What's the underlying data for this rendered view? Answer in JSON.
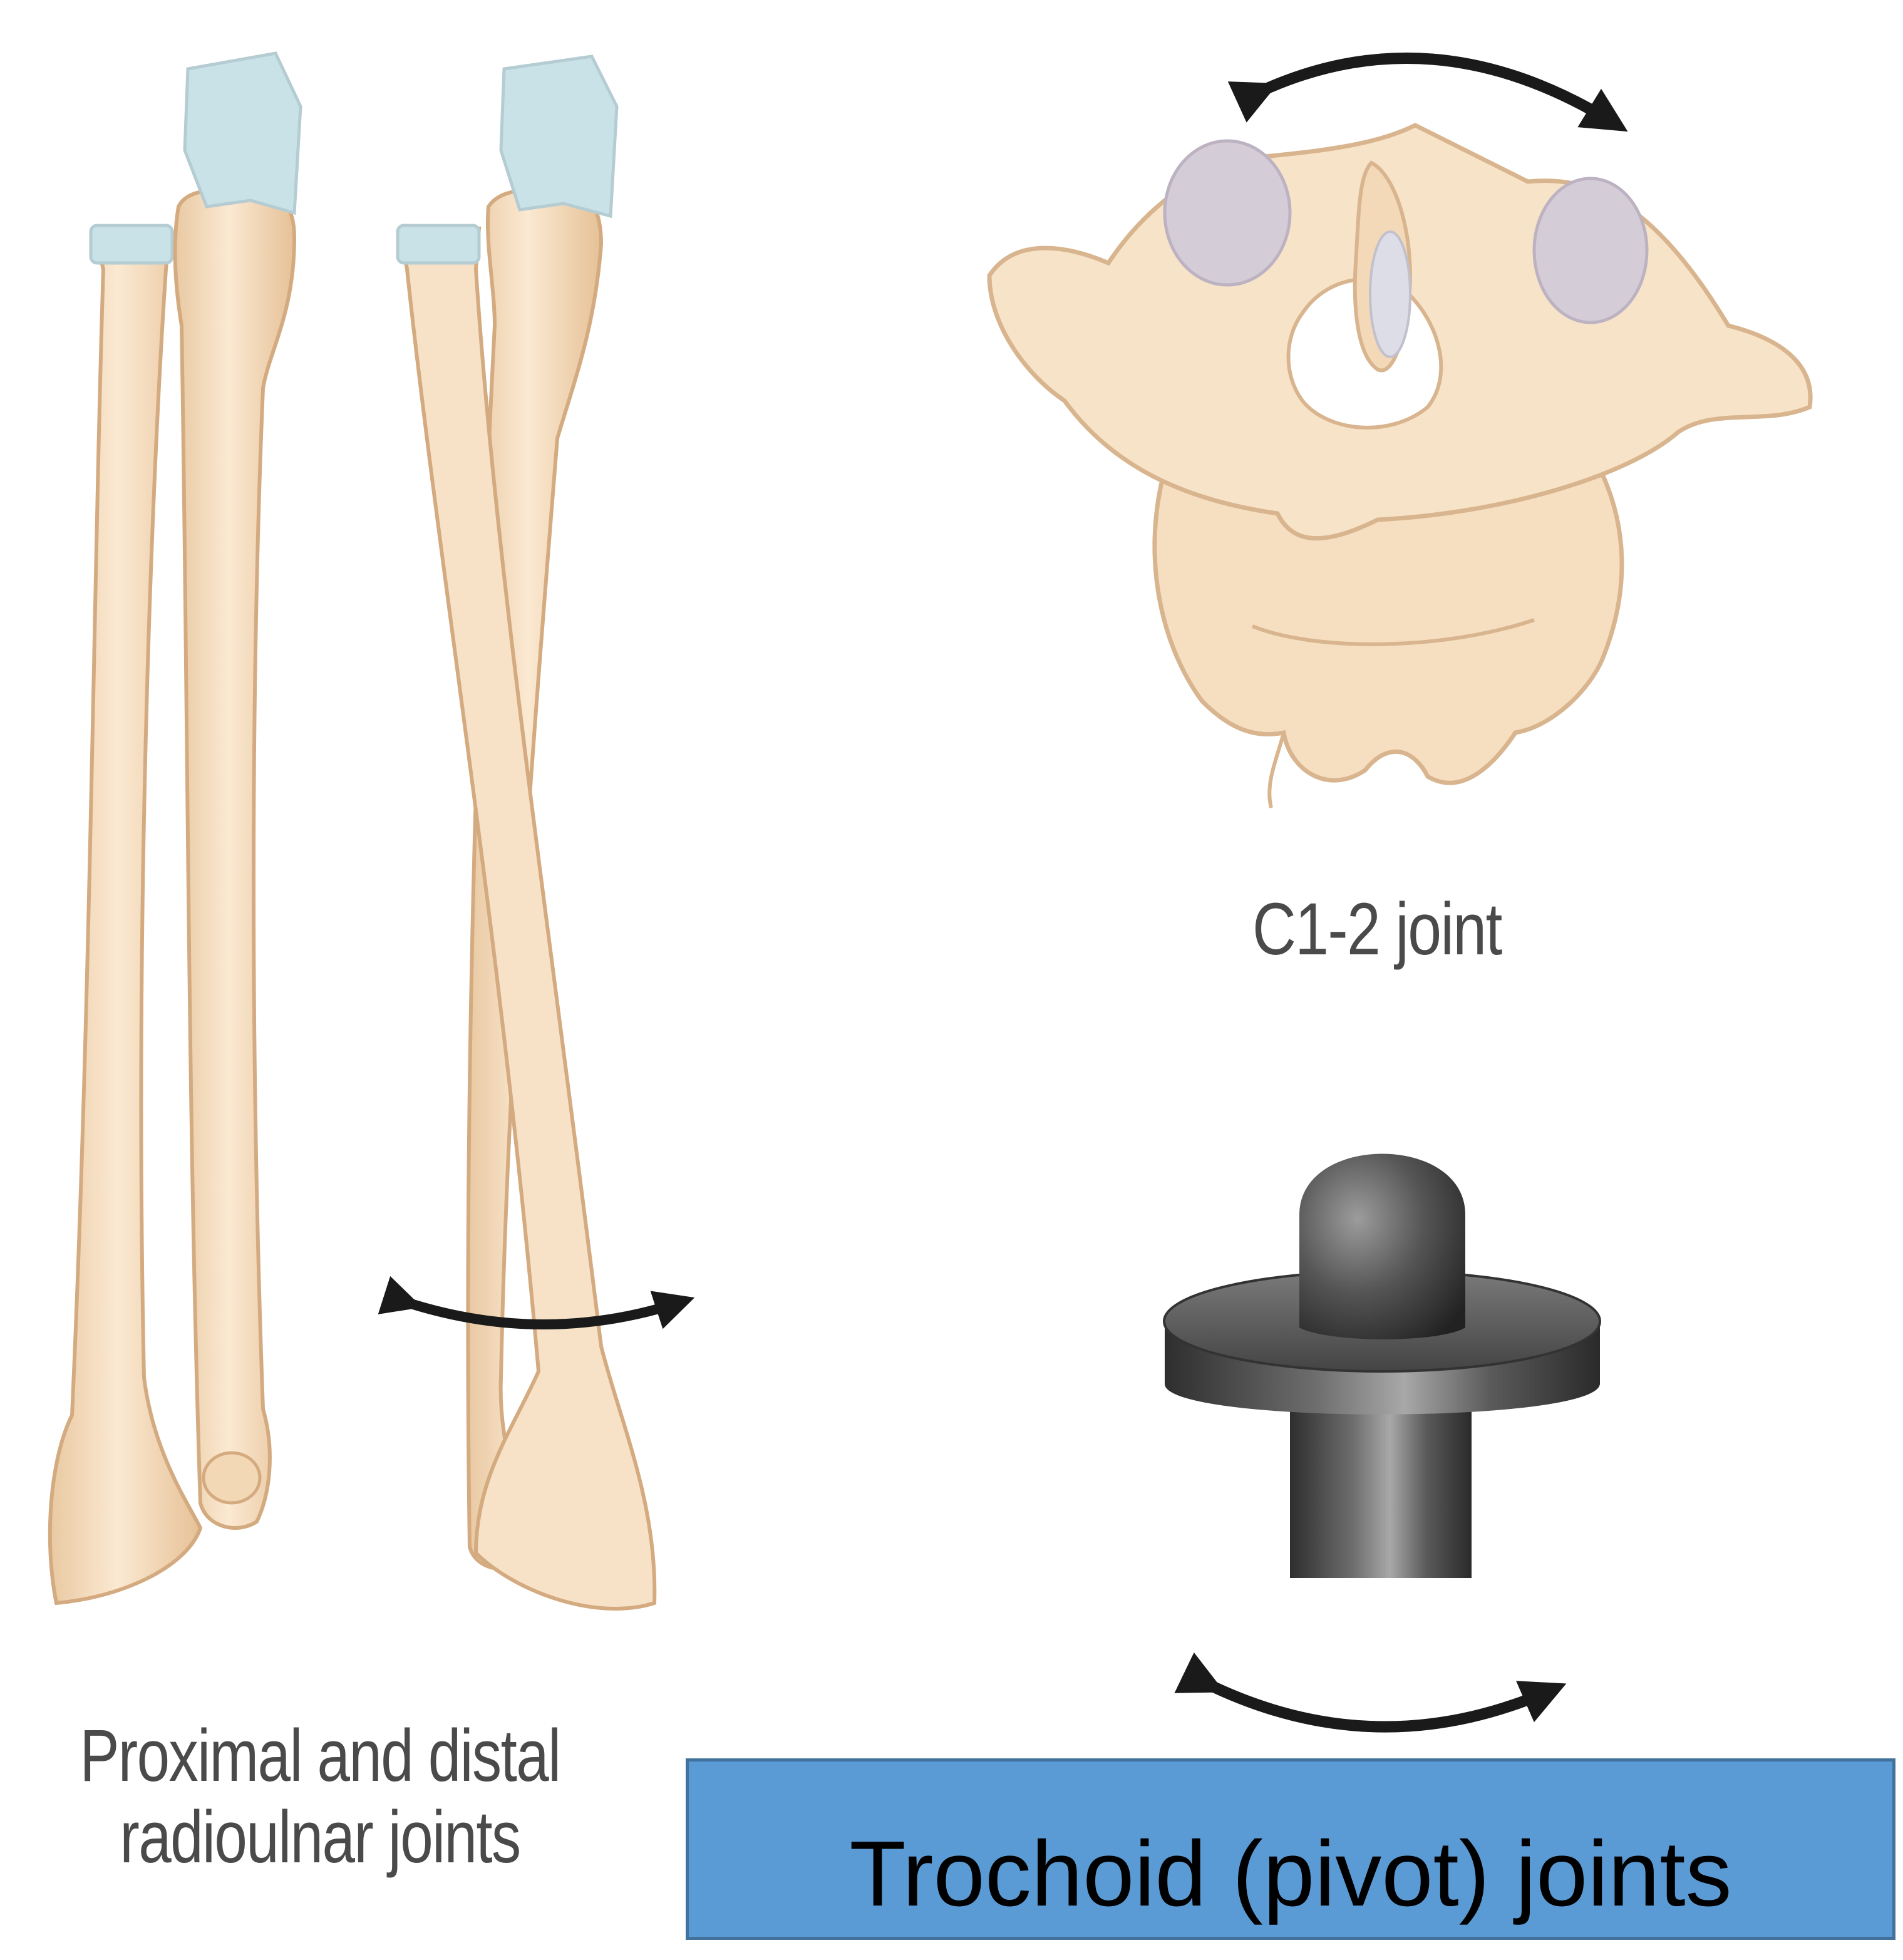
{
  "labels": {
    "c12_joint": "C1-2 joint",
    "radioulnar_line1": "Proximal and distal",
    "radioulnar_line2": "radioulnar joints",
    "title": "Trochoid (pivot) joints"
  },
  "colors": {
    "bone_fill": "#f6dfc0",
    "bone_outline": "#d8b58e",
    "cartilage": "#c9e2e8",
    "facet": "#d4cdd8",
    "metal_dark": "#3c3c3c",
    "metal_light": "#9a9a9a",
    "arrow": "#1a1a1a",
    "title_box": "#5b9bd5"
  }
}
